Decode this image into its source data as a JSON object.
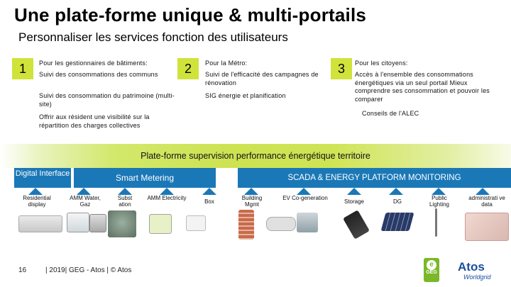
{
  "header": {
    "title": "Une plate-forme unique & multi-portails",
    "subtitle": "Personnaliser les services fonction des utilisateurs"
  },
  "columns": [
    {
      "number": "1",
      "heading": "Pour les gestionnaires de bâtiments:",
      "items": [
        "Suivi des consommations des communs",
        "Suivi des consommation du patrimoine (multi-site)",
        "Offrir aux résident une visibilité sur la répartition des charges collectives"
      ]
    },
    {
      "number": "2",
      "heading": "Pour la Métro:",
      "items": [
        "Suivi de l'efficacité des campagnes de rénovation",
        "SIG énergie et planification"
      ]
    },
    {
      "number": "3",
      "heading": "Pour les citoyens:",
      "items": [
        "Accès à l'ensemble des consommations énergétiques via un seul portail Mieux comprendre ses consommation et pouvoir les comparer",
        "Conseils de l'ALEC"
      ]
    }
  ],
  "platform_bar": "Plate-forme supervision performance énergétique territoire",
  "headers": {
    "digital_interface": "Digital Interface",
    "smart_metering": "Smart Metering",
    "scada": "SCADA & ENERGY PLATFORM MONITORING"
  },
  "categories": [
    "Residential display",
    "AMM Water, Gaz",
    "Subst ation",
    "AMM Electricity",
    "Box",
    "Building Mgmt",
    "EV Co-generation",
    "Storage",
    "DG",
    "Public Lighting",
    "administrati ve data"
  ],
  "footer": {
    "page": "16",
    "text": "| 2019| GEG - Atos | © Atos"
  },
  "logos": {
    "geg": "GEG",
    "atos": "Atos",
    "atos_sub": "Worldgrid"
  },
  "colors": {
    "accent_green": "#cfe33a",
    "blue": "#1b78b7",
    "atos_blue": "#1a4f9c",
    "geg_green": "#7ab829"
  }
}
